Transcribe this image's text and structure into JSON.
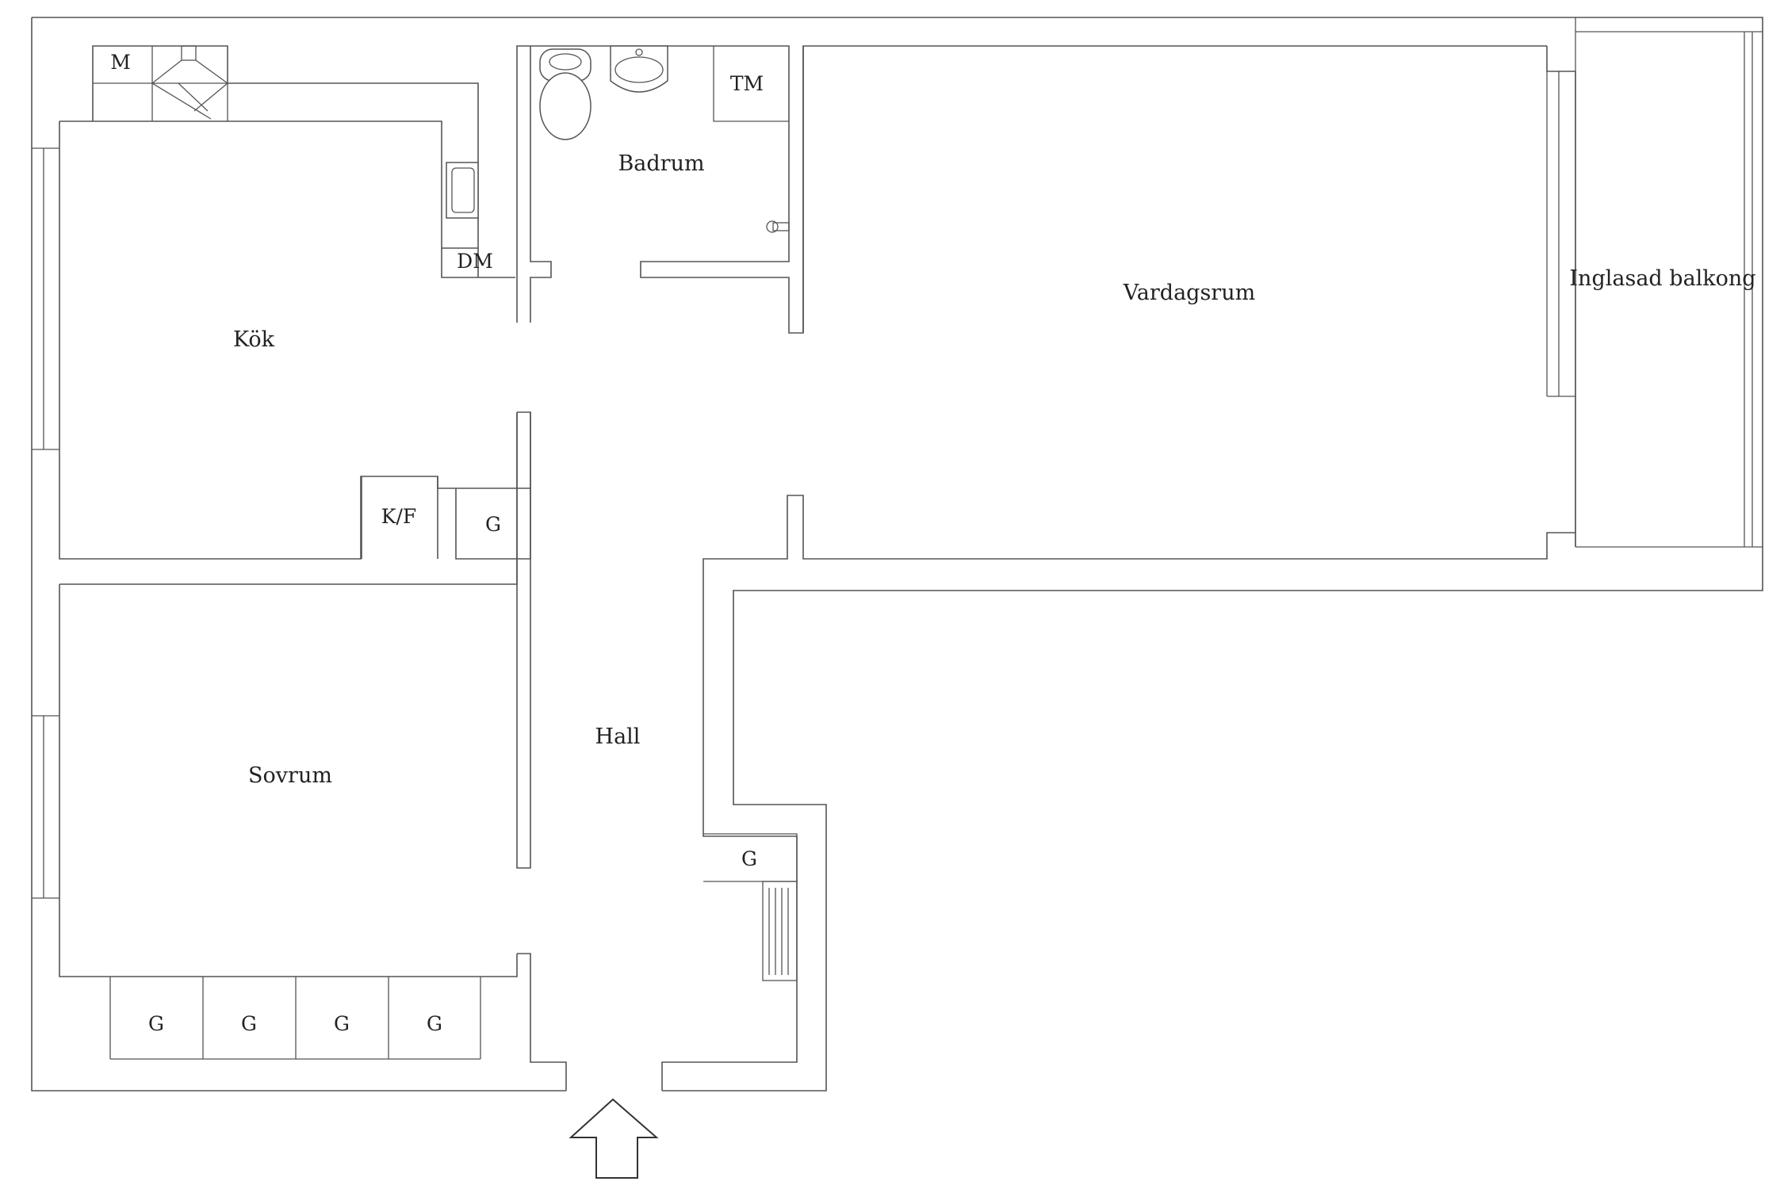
{
  "rooms": {
    "kitchen": "Kök",
    "bathroom": "Badrum",
    "living_room": "Vardagsrum",
    "balcony": "Inglasad balkong",
    "hall": "Hall",
    "bedroom": "Sovrum"
  },
  "fixtures": {
    "microwave": "M",
    "dishwasher": "DM",
    "washing_machine": "TM",
    "fridge_freezer": "K/F",
    "wardrobe": "G"
  }
}
